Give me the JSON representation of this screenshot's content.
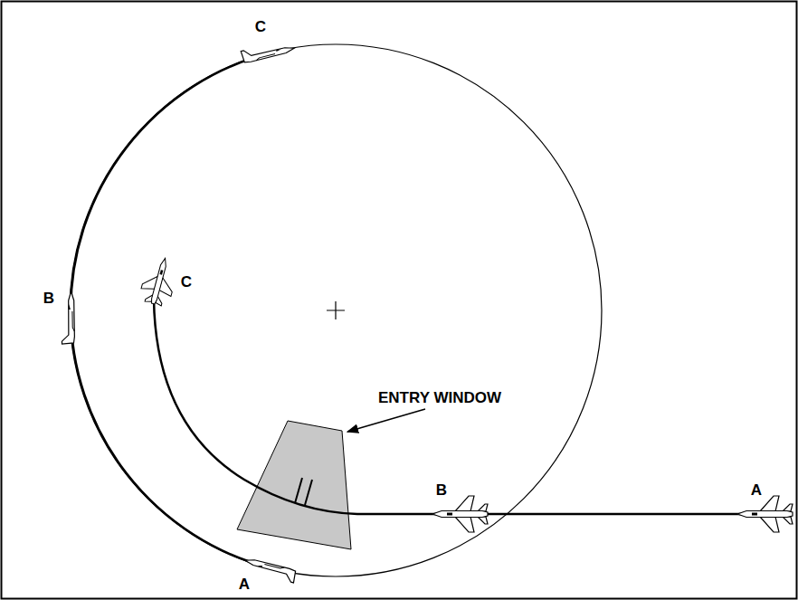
{
  "diagram": {
    "labels": [
      "C",
      "B",
      "C",
      "ENTRY WINDOW",
      "B",
      "A",
      "A"
    ]
  }
}
